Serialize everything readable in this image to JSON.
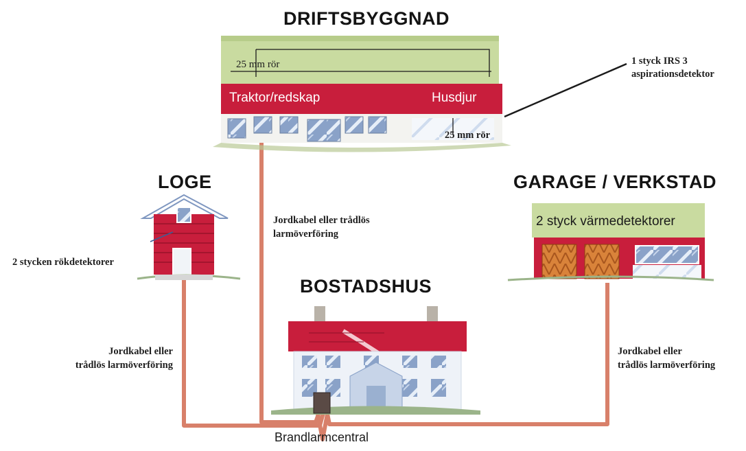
{
  "buildings": {
    "driftsbyggnad": {
      "title": "DRIFTSBYGGNAD",
      "pipe_top": "25 mm rör",
      "pipe_bottom": "25 mm rör",
      "section_left": "Traktor/redskap",
      "section_right": "Husdjur"
    },
    "loge": {
      "title": "LOGE",
      "detectors": "2 stycken rökdetektorer"
    },
    "garage": {
      "title": "GARAGE / VERKSTAD",
      "detectors": "2 styck värmedetektorer"
    },
    "bostadshus": {
      "title": "BOSTADSHUS"
    }
  },
  "annotations": {
    "irs_line1": "1 styck IRS 3",
    "irs_line2": "aspirationsdetektor",
    "cable_center_line1": "Jordkabel eller trådlös",
    "cable_center_line2": "larmöverföring",
    "cable_left_line1": "Jordkabel eller",
    "cable_left_line2": "trådlös larmöverföring",
    "cable_right_line1": "Jordkabel eller",
    "cable_right_line2": "trådlös larmöverföring"
  },
  "central": {
    "label": "Brandlarmcentral"
  },
  "colors": {
    "roof_green": "#c9dba0",
    "barn_red": "#c81e3c",
    "cable": "#d8806a",
    "window_blue": "#7f97c0"
  }
}
